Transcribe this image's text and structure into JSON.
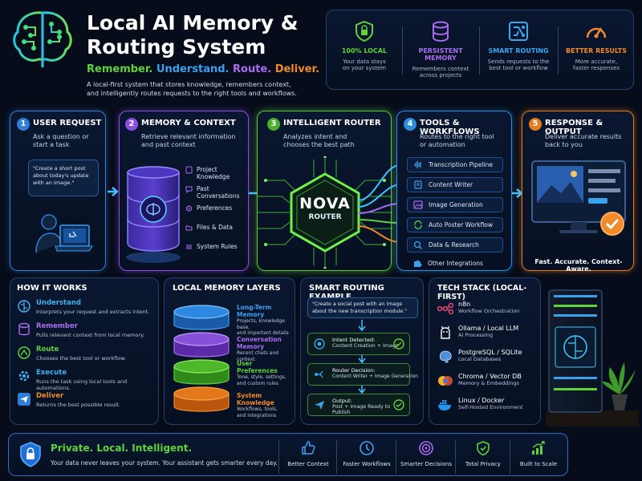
{
  "header": {
    "title_line1": "Local AI Memory &",
    "title_line2": "Routing System",
    "tagline": {
      "remember": "Remember.",
      "understand": "Understand.",
      "route": "Route.",
      "deliver": "Deliver."
    },
    "description_line1": "A local-first system that stores knowledge, remembers context,",
    "description_line2": "and intelligently routes requests to the right tools and workflows."
  },
  "features": [
    {
      "title": "100% LOCAL",
      "desc_line1": "Your data stays",
      "desc_line2": "on your system",
      "color": "#5fd23c",
      "icon": "lock-shield-icon"
    },
    {
      "title": "PERSISTENT MEMORY",
      "desc_line1": "Remembers context",
      "desc_line2": "across projects",
      "color": "#a96cf0",
      "icon": "database-icon"
    },
    {
      "title": "SMART ROUTING",
      "desc_line1": "Sends requests to the",
      "desc_line2": "best tool or workflow",
      "color": "#38a8f0",
      "icon": "routing-icon"
    },
    {
      "title": "BETTER RESULTS",
      "desc_line1": "More accurate,",
      "desc_line2": "faster responses",
      "color": "#f08a2a",
      "icon": "gauge-icon"
    }
  ],
  "steps": {
    "user_request": {
      "number": "1",
      "title": "USER REQUEST",
      "desc_line1": "Ask a question or",
      "desc_line2": "start a task",
      "quote_line1": "\"Create a short post",
      "quote_line2": "about today's update",
      "quote_line3": "with an image.\""
    },
    "memory_context": {
      "number": "2",
      "title": "MEMORY & CONTEXT",
      "desc_line1": "Retrieve relevant information",
      "desc_line2": "and past context",
      "items": [
        "Project Knowledge",
        "Past Conversations",
        "Preferences",
        "Files & Data",
        "System Rules"
      ]
    },
    "router": {
      "number": "3",
      "title": "INTELLIGENT ROUTER",
      "desc_line1": "Analyzes intent and",
      "desc_line2": "chooses the best path",
      "chip_name": "NOVA",
      "chip_sub": "ROUTER"
    },
    "tools": {
      "number": "4",
      "title": "TOOLS & WORKFLOWS",
      "desc_line1": "Routes to the right tool",
      "desc_line2": "or automation",
      "items": [
        "Transcription Pipeline",
        "Content Writer",
        "Image Generation",
        "Auto Poster Workflow",
        "Data & Research",
        "Other Integrations"
      ]
    },
    "response": {
      "number": "5",
      "title": "RESPONSE & OUTPUT",
      "desc_line1": "Deliver accurate results",
      "desc_line2": "back to you",
      "footer": "Fast. Accurate. Context-Aware."
    }
  },
  "how_it_works": {
    "title": "HOW IT WORKS",
    "items": [
      {
        "title": "Understand",
        "desc": "Interprets your request and extracts intent.",
        "color": "#3fb0f0"
      },
      {
        "title": "Remember",
        "desc": "Pulls relevant context from local memory.",
        "color": "#a96cf0"
      },
      {
        "title": "Route",
        "desc": "Chooses the best tool or workflow.",
        "color": "#5fd23c"
      },
      {
        "title": "Execute",
        "desc": "Runs the task using local tools and automations.",
        "color": "#3fb0f0"
      },
      {
        "title": "Deliver",
        "desc": "Returns the best possible result.",
        "color": "#f08a2a"
      }
    ]
  },
  "memory_layers": {
    "title": "LOCAL MEMORY LAYERS",
    "layers": [
      {
        "title": "Long-Term Memory",
        "desc_line1": "Projects, knowledge base,",
        "desc_line2": "and important details",
        "desc_line3": "",
        "color": "#3aa0f0"
      },
      {
        "title": "Conversation Memory",
        "desc_line1": "Recent chats and context",
        "desc_line2": "",
        "desc_line3": "",
        "color": "#a96cf0"
      },
      {
        "title": "User Preferences",
        "desc_line1": "Tone, style, settings,",
        "desc_line2": "and custom rules",
        "desc_line3": "",
        "color": "#5fd23c"
      },
      {
        "title": "System Knowledge",
        "desc_line1": "Workflows, tools,",
        "desc_line2": "and integrations",
        "desc_line3": "",
        "color": "#f08a2a"
      }
    ]
  },
  "routing_example": {
    "title": "SMART ROUTING EXAMPLE",
    "quote_line1": "\"Create a social post with an image",
    "quote_line2": "about the new transcription module.\"",
    "intent_label": "Intent Detected:",
    "intent_value": "Content Creation + Image",
    "decision_label": "Router Decision:",
    "decision_value": "Content Writer + Image Generation",
    "output_label": "Output:",
    "output_value": "Post + Image Ready to Publish"
  },
  "tech_stack": {
    "title": "TECH STACK (LOCAL-FIRST)",
    "items": [
      {
        "name": "n8n",
        "desc": "Workflow Orchestration",
        "icon": "n8n-icon",
        "color": "#ea4b71"
      },
      {
        "name": "Ollama / Local LLM",
        "desc": "AI Processing",
        "icon": "llama-icon",
        "color": "#ffffff"
      },
      {
        "name": "PostgreSQL / SQLite",
        "desc": "Local Databases",
        "icon": "elephant-icon",
        "color": "#4a8fd8"
      },
      {
        "name": "Chroma / Vector DB",
        "desc": "Memory & Embeddings",
        "icon": "chroma-icon",
        "color": "#f0b42a"
      },
      {
        "name": "Linux / Docker",
        "desc": "Self-Hosted Environment",
        "icon": "docker-icon",
        "color": "#2496ed"
      }
    ]
  },
  "footer": {
    "headline": "Private. Local. Intelligent.",
    "subline": "Your data never leaves your system. Your assistant gets smarter every day.",
    "badges": [
      {
        "label": "Better Context",
        "icon": "thumbs-up-icon",
        "color": "#3fa0f0"
      },
      {
        "label": "Faster Workflows",
        "icon": "clock-icon",
        "color": "#3fa0f0"
      },
      {
        "label": "Smarter Decisions",
        "icon": "target-icon",
        "color": "#a96cf0"
      },
      {
        "label": "Total Privacy",
        "icon": "shield-check-icon",
        "color": "#5fd23c"
      },
      {
        "label": "Built to Scale",
        "icon": "bar-growth-icon",
        "color": "#5fd23c"
      }
    ]
  },
  "colors": {
    "blue": "#3aa0f0",
    "purple": "#a96cf0",
    "green": "#5fd23c",
    "orange": "#f08a2a",
    "background": "#060c1a"
  }
}
